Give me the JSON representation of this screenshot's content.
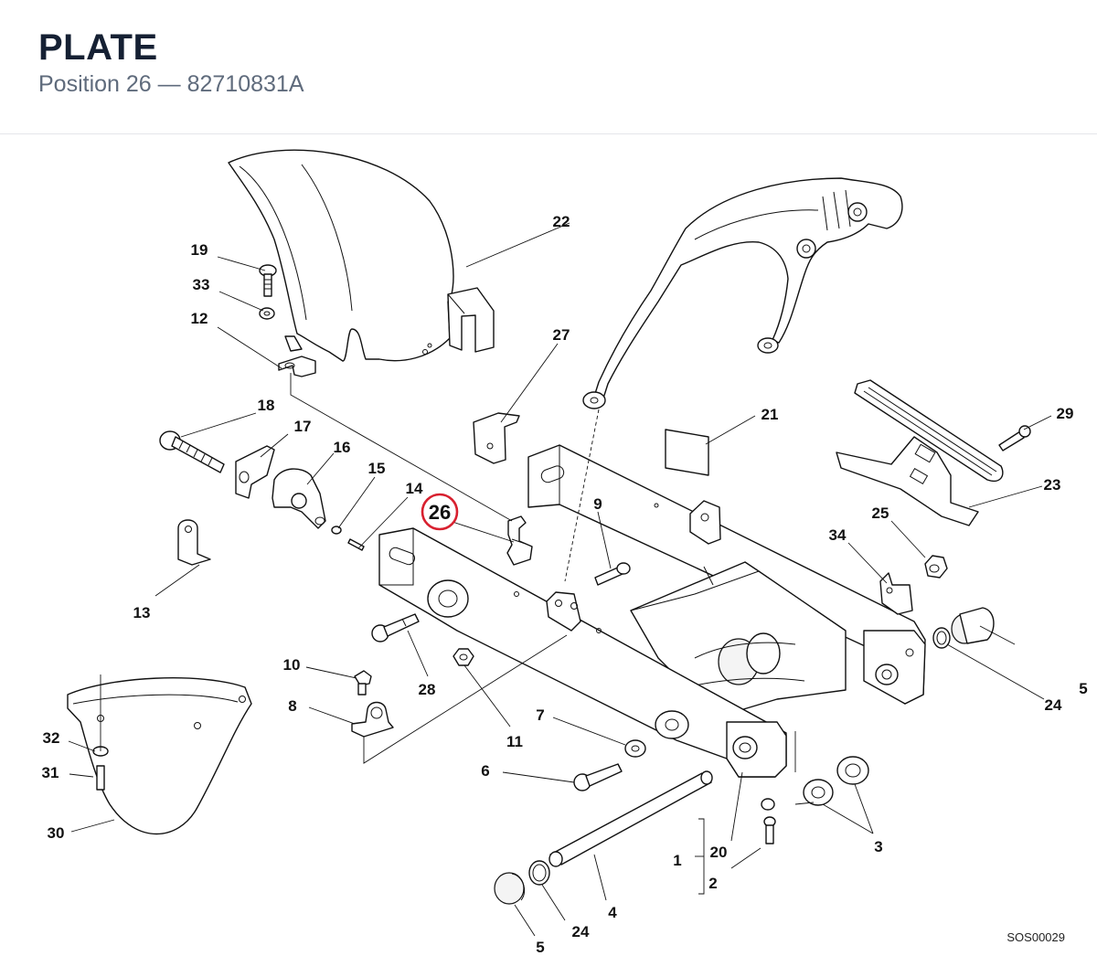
{
  "header": {
    "title": "PLATE",
    "subtitle": "Position 26 — 82710831A"
  },
  "diagram": {
    "drawing_code": "SOS00029",
    "highlight": {
      "label": "26",
      "color": "#d8202f"
    },
    "callouts": {
      "c1": "1",
      "c2": "2",
      "c3": "3",
      "c4": "4",
      "c5a": "5",
      "c5b": "5",
      "c6": "6",
      "c7": "7",
      "c8": "8",
      "c9": "9",
      "c10": "10",
      "c11": "11",
      "c12": "12",
      "c13": "13",
      "c14": "14",
      "c15": "15",
      "c16": "16",
      "c17": "17",
      "c18": "18",
      "c19": "19",
      "c20": "20",
      "c21": "21",
      "c22": "22",
      "c23": "23",
      "c24a": "24",
      "c24b": "24",
      "c25": "25",
      "c27": "27",
      "c28": "28",
      "c29": "29",
      "c30": "30",
      "c31": "31",
      "c32": "32",
      "c33": "33",
      "c34": "34"
    }
  }
}
